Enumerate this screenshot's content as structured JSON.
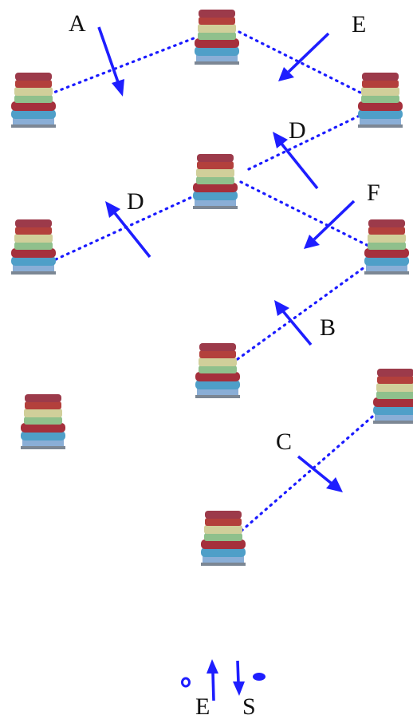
{
  "colors": {
    "link": "#1a1aff",
    "arrow": "#1e1eff",
    "text": "#111111",
    "layers": [
      "#9c3a4a",
      "#b3403c",
      "#d0cf9a",
      "#8fc08c",
      "#a5303c",
      "#4f9fc8",
      "#8aaed6",
      "#7c8794"
    ]
  },
  "icons": {
    "stack": "stacked-rolls-icon",
    "arrow": "blue-arrow-icon",
    "ellipse": "blue-ellipse-icon"
  },
  "labels": {
    "A": "A",
    "B": "B",
    "C": "C",
    "D1": "D",
    "D2": "D",
    "E_top": "E",
    "F": "F",
    "E_bottom": "E",
    "S": "S"
  }
}
